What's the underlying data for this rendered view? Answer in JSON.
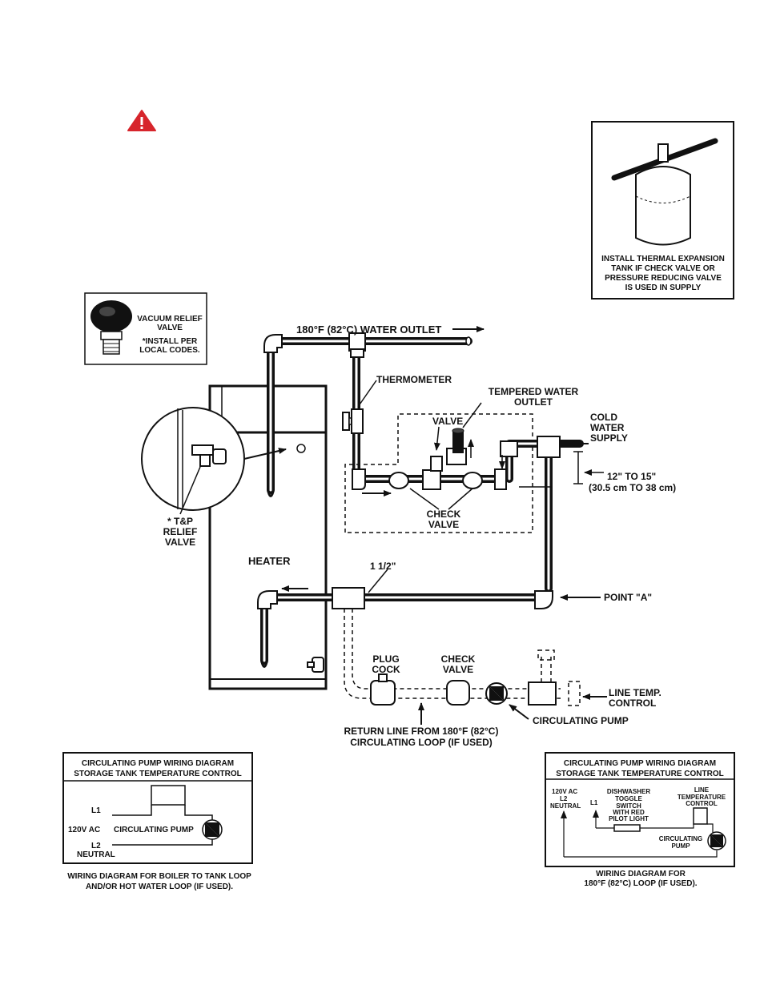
{
  "warning": {
    "icon": "warning-triangle-icon",
    "color": "#d7252c"
  },
  "expansion_tank": {
    "lines": [
      "INSTALL THERMAL EXPANSION",
      "TANK IF CHECK VALVE OR",
      "PRESSURE REDUCING VALVE",
      "IS USED IN SUPPLY"
    ]
  },
  "vacuum_relief": {
    "lines": [
      "VACUUM RELIEF",
      "VALVE",
      "*INSTALL PER",
      "LOCAL CODES."
    ]
  },
  "labels": {
    "water_outlet": "180°F (82°C) WATER OUTLET",
    "thermometer": "THERMOMETER",
    "tempered_1": "TEMPERED WATER",
    "tempered_2": "OUTLET",
    "valve": "VALVE",
    "cold_1": "COLD",
    "cold_2": "WATER",
    "cold_3": "SUPPLY",
    "dist_1": "12\" TO 15\"",
    "dist_2": "(30.5 cm TO 38 cm)",
    "check_valve_1": "CHECK",
    "check_valve_2": "VALVE",
    "tp_1": "* T&P",
    "tp_2": "RELIEF",
    "tp_3": "VALVE",
    "heater": "HEATER",
    "pipe_size": "1 1/2\"",
    "point_a": "POINT \"A\"",
    "plug_cock_1": "PLUG",
    "plug_cock_2": "COCK",
    "check2_1": "CHECK",
    "check2_2": "VALVE",
    "line_temp_1": "LINE TEMP.",
    "line_temp_2": "CONTROL",
    "circ_pump": "CIRCULATING PUMP",
    "return_1": "RETURN LINE FROM 180°F (82°C)",
    "return_2": "CIRCULATING LOOP (IF USED)"
  },
  "wiring_left": {
    "title_1": "CIRCULATING PUMP WIRING DIAGRAM",
    "title_2": "STORAGE TANK TEMPERATURE CONTROL",
    "l1": "L1",
    "volt": "120V AC",
    "pump": "CIRCULATING PUMP",
    "l2": "L2",
    "neutral": "NEUTRAL",
    "caption_1": "WIRING DIAGRAM FOR BOILER TO TANK LOOP",
    "caption_2": "AND/OR HOT WATER LOOP (IF USED)."
  },
  "wiring_right": {
    "title_1": "CIRCULATING PUMP WIRING DIAGRAM",
    "title_2": "STORAGE TANK TEMPERATURE CONTROL",
    "volt": "120V AC",
    "l2": "L2",
    "neutral": "NEUTRAL",
    "l1": "L1",
    "switch_1": "DISHWASHER",
    "switch_2": "TOGGLE",
    "switch_3": "SWITCH",
    "switch_4": "WITH RED",
    "switch_5": "PILOT LIGHT",
    "ltc_1": "LINE",
    "ltc_2": "TEMPERATURE",
    "ltc_3": "CONTROL",
    "pump_1": "CIRCULATING",
    "pump_2": "PUMP",
    "caption_1": "WIRING DIAGRAM FOR",
    "caption_2": "180°F (82°C) LOOP (IF USED)."
  }
}
